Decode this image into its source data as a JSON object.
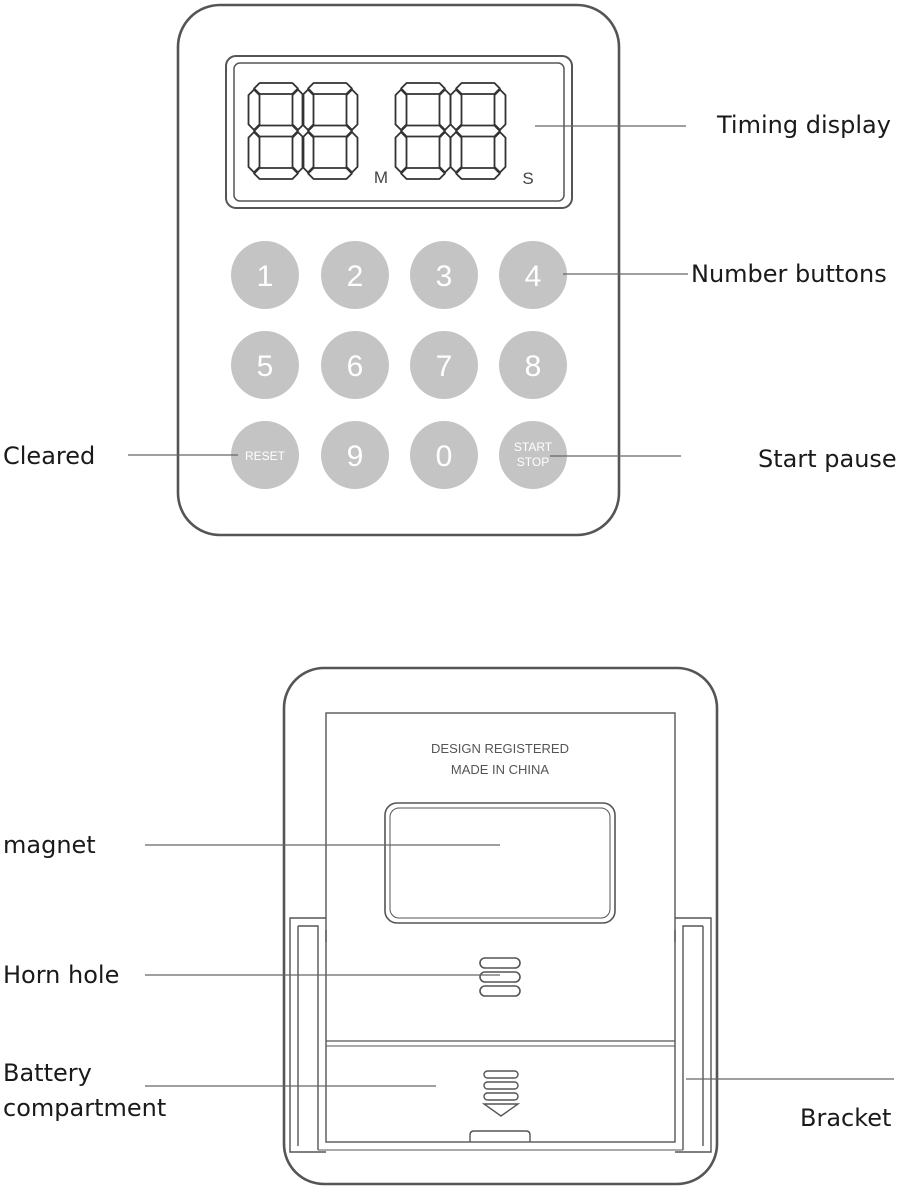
{
  "front": {
    "display": {
      "minutes_digits": "88",
      "seconds_digits": "88",
      "minutes_unit": "M",
      "seconds_unit": "S"
    },
    "keypad": [
      "1",
      "2",
      "3",
      "4",
      "5",
      "6",
      "7",
      "8",
      "RESET",
      "9",
      "0",
      "START STOP"
    ],
    "start_stop_lines": [
      "START",
      "STOP"
    ]
  },
  "back": {
    "print_line_1": "DESIGN REGISTERED",
    "print_line_2": "MADE IN CHINA"
  },
  "callouts": {
    "timing_display": "Timing display",
    "number_buttons": "Number buttons",
    "cleared": "Cleared",
    "start_pause": "Start pause",
    "magnet": "magnet",
    "horn_hole": "Horn hole",
    "battery_line_1": "Battery",
    "battery_line_2": "compartment",
    "bracket": "Bracket"
  },
  "colors": {
    "button_fill": "#c4c4c4",
    "outline": "#555555",
    "digit_stroke": "#333333"
  }
}
